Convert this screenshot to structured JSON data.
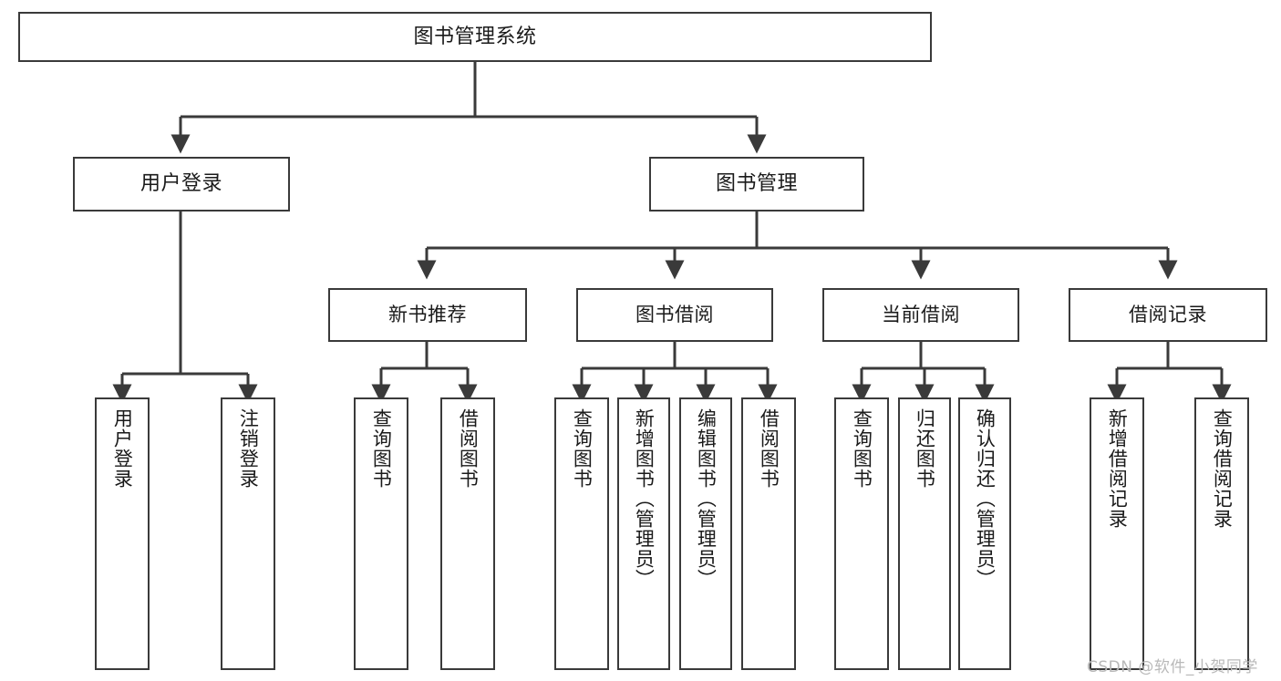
{
  "diagram": {
    "title": "图书管理系统",
    "type": "tree-hierarchy",
    "colors": {
      "background": "#ffffff",
      "node_border": "#3a3a3a",
      "node_fill": "#ffffff",
      "edge": "#3a3a3a",
      "text": "#1a1a1a",
      "watermark": "#b9b9b9"
    },
    "root": {
      "label": "图书管理系统"
    },
    "level1": [
      {
        "id": "user-login",
        "label": "用户登录"
      },
      {
        "id": "book-manage",
        "label": "图书管理"
      }
    ],
    "level2": [
      {
        "id": "new-book-recommend",
        "label": "新书推荐",
        "parent": "book-manage"
      },
      {
        "id": "book-borrow",
        "label": "图书借阅",
        "parent": "book-manage"
      },
      {
        "id": "current-borrow",
        "label": "当前借阅",
        "parent": "book-manage"
      },
      {
        "id": "borrow-record",
        "label": "借阅记录",
        "parent": "book-manage"
      }
    ],
    "leaves": {
      "user-login": [
        {
          "id": "leaf-user-login",
          "label": "用户登录"
        },
        {
          "id": "leaf-logout",
          "label": "注销登录"
        }
      ],
      "new-book-recommend": [
        {
          "id": "leaf-query-book-1",
          "label": "查询图书"
        },
        {
          "id": "leaf-borrow-book-1",
          "label": "借阅图书"
        }
      ],
      "book-borrow": [
        {
          "id": "leaf-query-book-2",
          "label": "查询图书"
        },
        {
          "id": "leaf-add-book",
          "label": "新增图书（管理员）"
        },
        {
          "id": "leaf-edit-book",
          "label": "编辑图书（管理员）"
        },
        {
          "id": "leaf-borrow-book-2",
          "label": "借阅图书"
        }
      ],
      "current-borrow": [
        {
          "id": "leaf-query-book-3",
          "label": "查询图书"
        },
        {
          "id": "leaf-return-book",
          "label": "归还图书"
        },
        {
          "id": "leaf-confirm-return",
          "label": "确认归还（管理员）"
        }
      ],
      "borrow-record": [
        {
          "id": "leaf-add-record",
          "label": "新增借阅记录"
        },
        {
          "id": "leaf-query-record",
          "label": "查询借阅记录"
        }
      ]
    }
  },
  "watermark": {
    "text": "CSDN @软件_小贺同学"
  }
}
